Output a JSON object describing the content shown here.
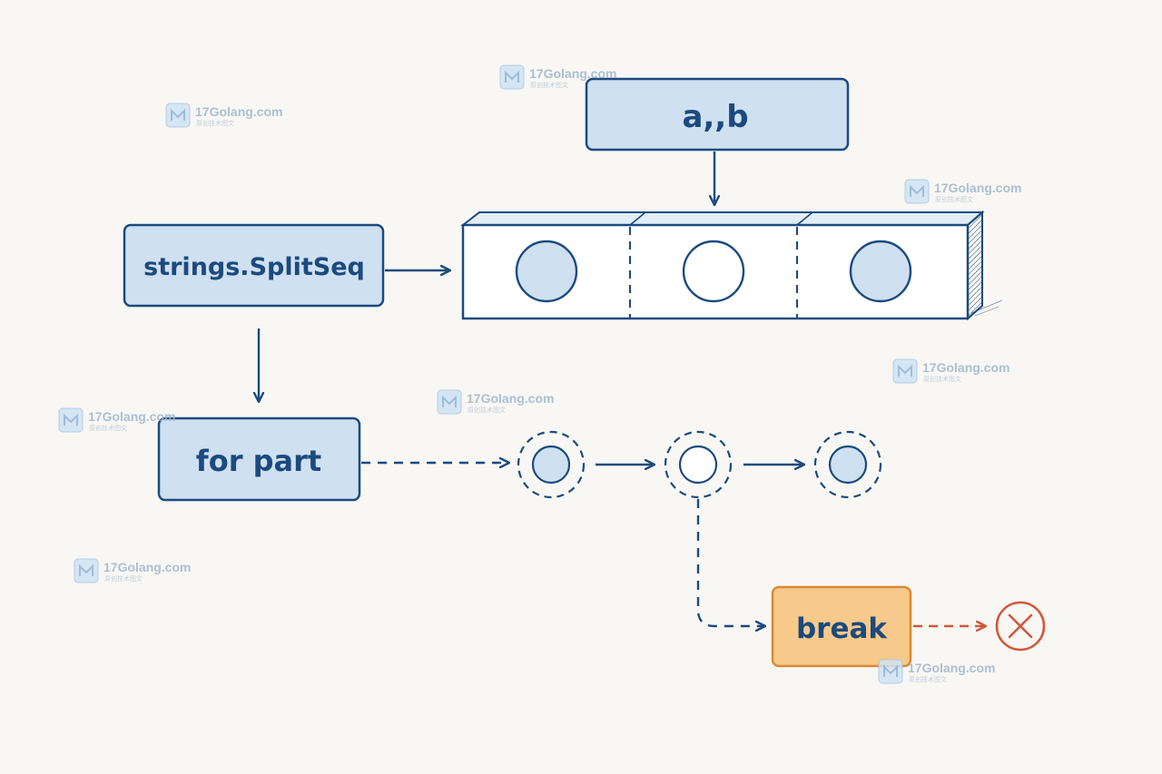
{
  "nodes": {
    "input_string": "a,,b",
    "split_func": "strings.SplitSeq",
    "loop": "for part",
    "break_label": "break"
  },
  "watermark": {
    "text": "17Golang.com",
    "subtext": "原创技术图文"
  },
  "colors": {
    "background": "#f8f7f4",
    "box_fill": "#cfe0f1",
    "stroke": "#1b4a7e",
    "break_fill": "#f7c98a",
    "break_stroke": "#d98a35",
    "stop": "#d0583b"
  },
  "icons": [
    "down-arrow-icon",
    "right-arrow-icon",
    "stop-x-icon",
    "watermark-logo-icon"
  ]
}
